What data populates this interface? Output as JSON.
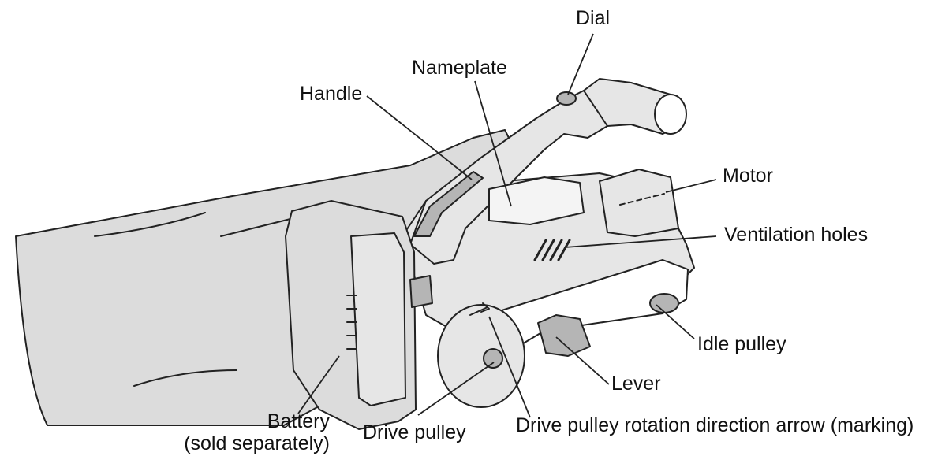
{
  "diagram": {
    "labels": {
      "dial": "Dial",
      "nameplate": "Nameplate",
      "handle": "Handle",
      "motor": "Motor",
      "ventilation_holes": "Ventilation holes",
      "idle_pulley": "Idle pulley",
      "lever": "Lever",
      "drive_pulley_arrow": "Drive pulley rotation direction arrow (marking)",
      "drive_pulley": "Drive pulley",
      "battery_line1": "Battery",
      "battery_line2": "(sold separately)"
    }
  },
  "colors": {
    "line": "#222222",
    "body_fill": "#e6e6e6",
    "arm_fill": "#dcdcdc",
    "dark_fill": "#b5b5b5",
    "text": "#111111"
  }
}
